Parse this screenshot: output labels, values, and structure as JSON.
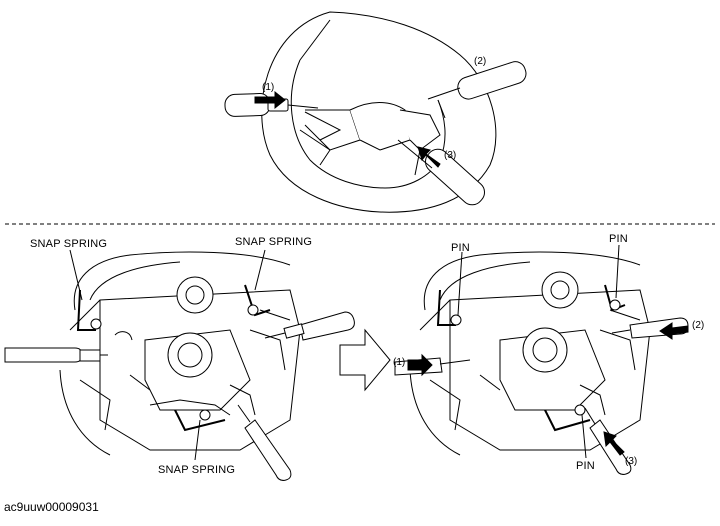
{
  "callouts": {
    "top_1": "(1)",
    "top_2": "(2)",
    "top_3": "(3)",
    "right_1": "(1)",
    "right_2": "(2)",
    "right_3": "(3)"
  },
  "labels": {
    "snap_spring_left": "SNAP SPRING",
    "snap_spring_right": "SNAP SPRING",
    "snap_spring_bottom": "SNAP SPRING",
    "pin_left": "PIN",
    "pin_right": "PIN",
    "pin_bottom": "PIN"
  },
  "figure_code": "ac9uuw00009031"
}
